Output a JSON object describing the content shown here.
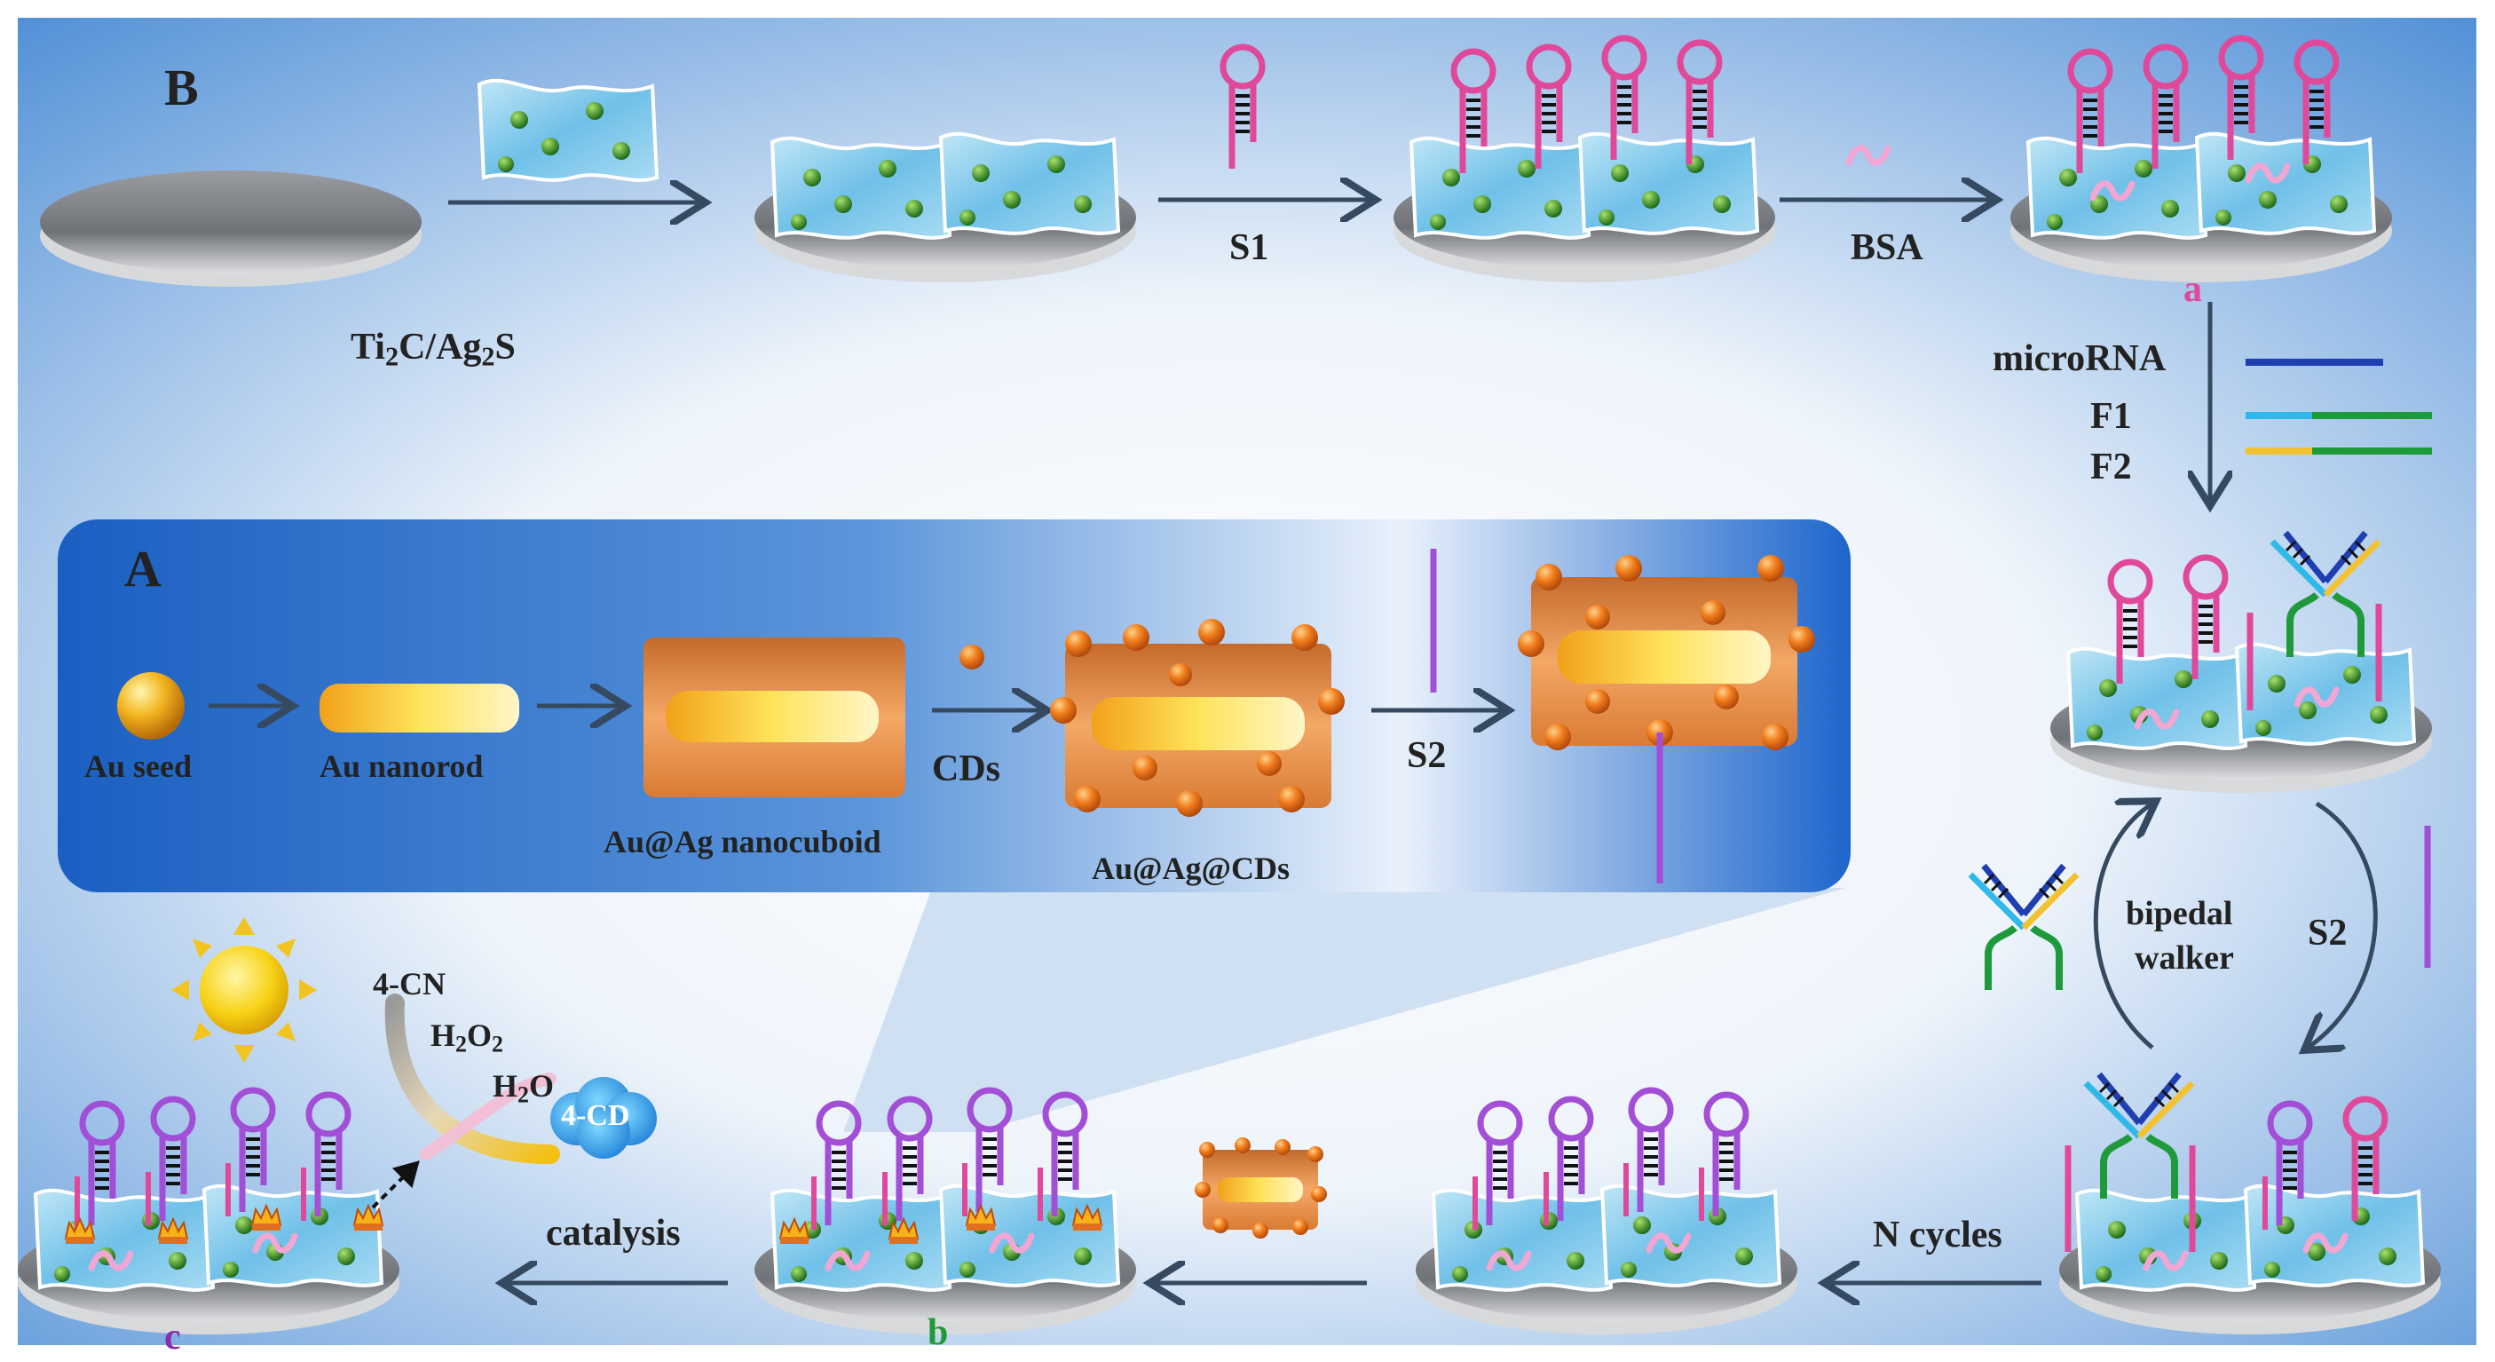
{
  "panel_labels": {
    "A": "A",
    "B": "B"
  },
  "synthesis": {
    "au_seed": "Au seed",
    "au_nanorod": "Au nanorod",
    "au_ag_nanocuboid": "Au@Ag nanocuboid",
    "cds": "CDs",
    "au_ag_cds": "Au@Ag@CDs",
    "s2": "S2"
  },
  "electrode": {
    "ti2c_ag2s": {
      "a": "Ti",
      "b": "2",
      "c": "C/Ag",
      "d": "2",
      "e": "S"
    },
    "s1": "S1",
    "bsa": "BSA",
    "state_a": "a",
    "state_b": "b",
    "state_c": "c",
    "microrna": "microRNA",
    "f1": "F1",
    "f2": "F2",
    "s2_right": "S2",
    "bipedal": "bipedal",
    "walker": "walker",
    "n_cycles": "N cycles",
    "catalysis": "catalysis",
    "cn4": "4-CN",
    "h2o2": {
      "a": "H",
      "b": "2",
      "c": "O",
      "d": "2"
    },
    "h2o": {
      "a": "H",
      "b": "2",
      "c": "O"
    },
    "cd4": "4-CD"
  },
  "colors": {
    "hairpin_pink": "#e0489a",
    "hairpin_purple": "#a24ed6",
    "strand_blue": "#1f3fb0",
    "strand_cyan": "#2fb8e8",
    "strand_green": "#1f9a3a",
    "strand_yellow": "#f2c230",
    "nanoparticle_orange": "#e8701e",
    "sheet_blue": "#7ec7ea",
    "disk_gray": "#8c8f96",
    "panel_blue": "#1e6fd0"
  }
}
